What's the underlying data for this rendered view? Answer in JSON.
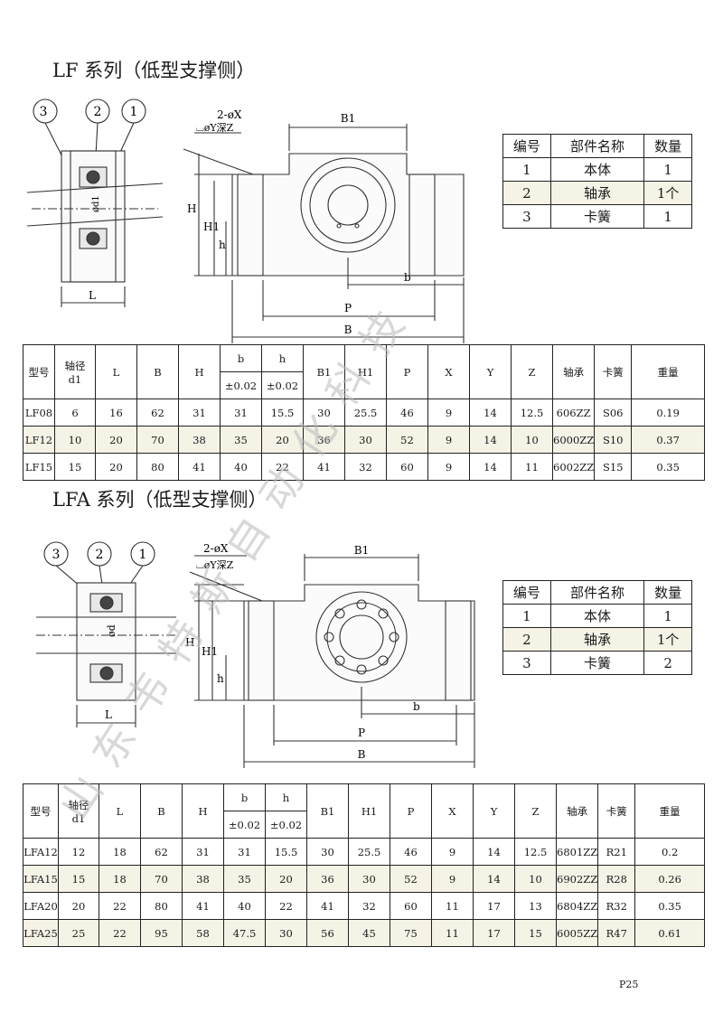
{
  "sections": [
    {
      "title": "LF 系列（低型支撑侧）",
      "balloons": [
        "3",
        "2",
        "1"
      ],
      "side_labels": {
        "bore": "ød1",
        "length": "L"
      },
      "front_labels": {
        "holes": "2-øX",
        "cbore": "⌴øY深Z",
        "B1": "B1",
        "H": "H",
        "H1": "H1",
        "h": "h",
        "b": "b",
        "P": "P",
        "B": "B"
      },
      "parts": {
        "headers": [
          "编号",
          "部件名称",
          "数量"
        ],
        "rows": [
          [
            "1",
            "本体",
            "1"
          ],
          [
            "2",
            "轴承",
            "1个"
          ],
          [
            "3",
            "卡簧",
            "1"
          ]
        ]
      },
      "spec": {
        "headers": [
          "型号",
          "轴径",
          "d1",
          "L",
          "B",
          "H",
          "b",
          "h",
          "±0.02",
          "±0.02",
          "B1",
          "H1",
          "P",
          "X",
          "Y",
          "Z",
          "轴承",
          "卡簧",
          "重量"
        ],
        "rows": [
          [
            "LF08",
            "6",
            "16",
            "62",
            "31",
            "31",
            "15.5",
            "30",
            "25.5",
            "46",
            "9",
            "14",
            "12.5",
            "606ZZ",
            "S06",
            "0.19"
          ],
          [
            "LF12",
            "10",
            "20",
            "70",
            "38",
            "35",
            "20",
            "36",
            "30",
            "52",
            "9",
            "14",
            "10",
            "6000ZZ",
            "S10",
            "0.37"
          ],
          [
            "LF15",
            "15",
            "20",
            "80",
            "41",
            "40",
            "22",
            "41",
            "32",
            "60",
            "9",
            "14",
            "11",
            "6002ZZ",
            "S15",
            "0.35"
          ]
        ]
      }
    },
    {
      "title": "LFA 系列（低型支撑侧）",
      "balloons": [
        "3",
        "2",
        "1"
      ],
      "side_labels": {
        "bore": "ød",
        "length": "L"
      },
      "front_labels": {
        "holes": "2-øX",
        "cbore": "⌴øY深Z",
        "B1": "B1",
        "H": "H",
        "H1": "H1",
        "h": "h",
        "b": "b",
        "P": "P",
        "B": "B"
      },
      "parts": {
        "headers": [
          "编号",
          "部件名称",
          "数量"
        ],
        "rows": [
          [
            "1",
            "本体",
            "1"
          ],
          [
            "2",
            "轴承",
            "1个"
          ],
          [
            "3",
            "卡簧",
            "2"
          ]
        ]
      },
      "spec": {
        "headers": [
          "型号",
          "轴径",
          "d1",
          "L",
          "B",
          "H",
          "b",
          "h",
          "±0.02",
          "±0.02",
          "B1",
          "H1",
          "P",
          "X",
          "Y",
          "Z",
          "轴承",
          "卡簧",
          "重量"
        ],
        "rows": [
          [
            "LFA12",
            "12",
            "18",
            "62",
            "31",
            "31",
            "15.5",
            "30",
            "25.5",
            "46",
            "9",
            "14",
            "12.5",
            "6801ZZ",
            "R21",
            "0.2"
          ],
          [
            "LFA15",
            "15",
            "18",
            "70",
            "38",
            "35",
            "20",
            "36",
            "30",
            "52",
            "9",
            "14",
            "10",
            "6902ZZ",
            "R28",
            "0.26"
          ],
          [
            "LFA20",
            "20",
            "22",
            "80",
            "41",
            "40",
            "22",
            "41",
            "32",
            "60",
            "11",
            "17",
            "13",
            "6804ZZ",
            "R32",
            "0.35"
          ],
          [
            "LFA25",
            "25",
            "22",
            "95",
            "58",
            "47.5",
            "30",
            "56",
            "45",
            "75",
            "11",
            "17",
            "15",
            "6005ZZ",
            "R47",
            "0.61"
          ]
        ]
      }
    }
  ],
  "watermark": "山东韦特斯自动化科技",
  "page_number": "P25"
}
